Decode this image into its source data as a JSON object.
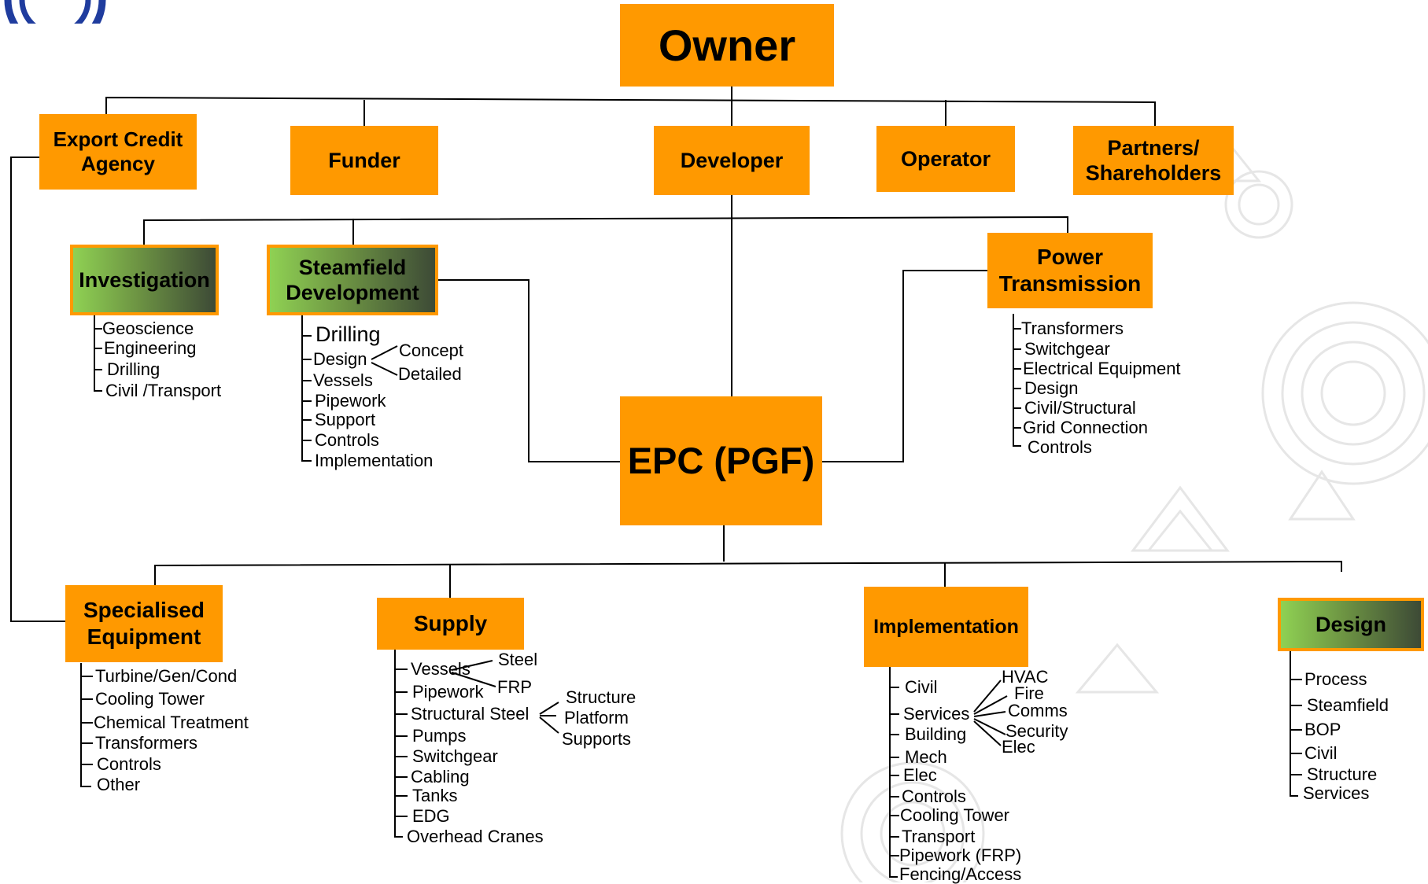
{
  "nodes": {
    "owner": "Owner",
    "export_credit": "Export Credit Agency",
    "funder": "Funder",
    "developer": "Developer",
    "operator": "Operator",
    "partners": "Partners/ Shareholders",
    "investigation": "Investigation",
    "steamfield": "Steamfield Development",
    "power": "Power Transmission",
    "epc": "EPC (PGF)",
    "specialised": "Specialised Equipment",
    "supply": "Supply",
    "implementation": "Implementation",
    "design": "Design"
  },
  "lists": {
    "investigation": [
      "Geoscience",
      "Engineering",
      "Drilling",
      "Civil /Transport"
    ],
    "steamfield": [
      "Drilling",
      "Design",
      "Vessels",
      "Pipework",
      "Support",
      "Controls",
      "Implementation"
    ],
    "steamfield_design": [
      "Concept",
      "Detailed"
    ],
    "power": [
      "Transformers",
      "Switchgear",
      "Electrical Equipment",
      "Design",
      "Civil/Structural",
      "Grid Connection",
      "Controls"
    ],
    "specialised": [
      "Turbine/Gen/Cond",
      "Cooling Tower",
      "Chemical Treatment",
      "Transformers",
      "Controls",
      "Other"
    ],
    "supply": [
      "Vessels",
      "Pipework",
      "Structural Steel",
      "Pumps",
      "Switchgear",
      "Cabling",
      "Tanks",
      "EDG",
      "Overhead Cranes"
    ],
    "supply_vessels": [
      "Steel",
      "FRP"
    ],
    "supply_structural": [
      "Structure",
      "Platform",
      "Supports"
    ],
    "implementation": [
      "Civil",
      "Services",
      "Building",
      "Mech",
      "Elec",
      "Controls",
      "Cooling Tower",
      "Transport",
      "Pipework (FRP)",
      "Fencing/Access"
    ],
    "implementation_services": [
      "HVAC",
      "Fire",
      "Comms",
      "Security",
      "Elec"
    ],
    "design": [
      "Process",
      "Steamfield",
      "BOP",
      "Civil",
      "Structure",
      "Services"
    ]
  },
  "colors": {
    "box": "#FF9900",
    "line": "#000000",
    "logo": "#1f3c9e"
  }
}
